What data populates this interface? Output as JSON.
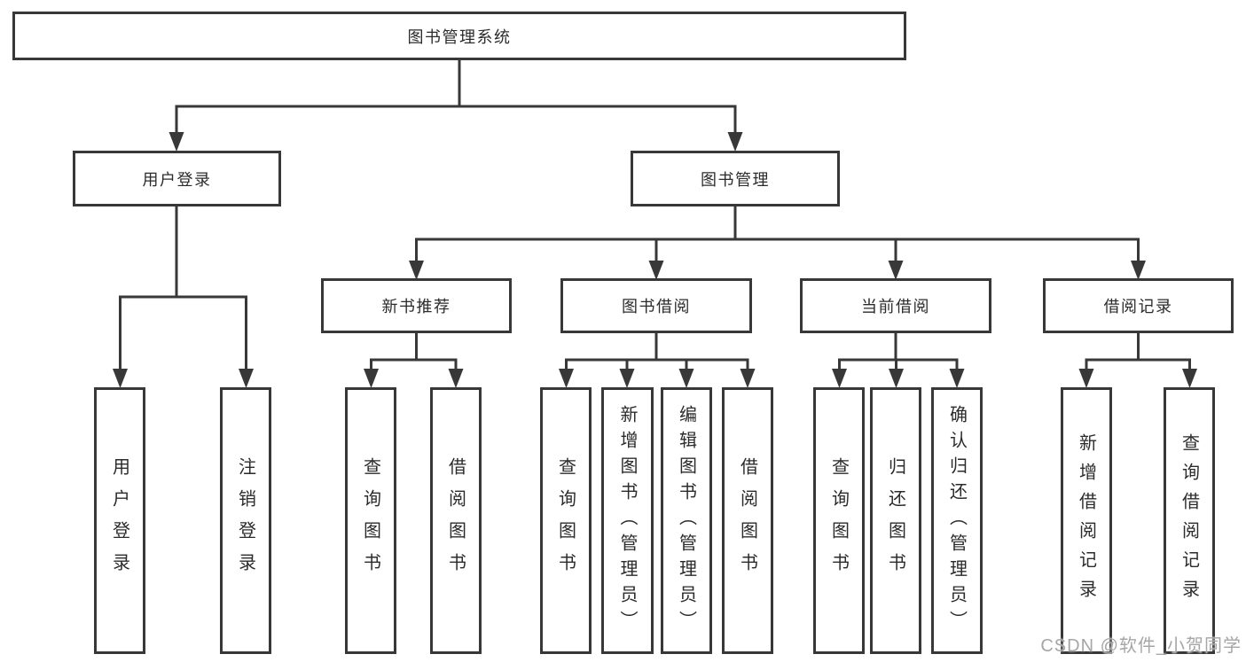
{
  "colors": {
    "line": "#383838",
    "text": "#2b2b2b",
    "background": "#ffffff",
    "watermark": "#a6a6a6"
  },
  "watermark": {
    "text": "CSDN @软件_小贺同学"
  },
  "tree": {
    "root": {
      "label": "图书管理系统",
      "children": [
        {
          "label": "用户登录",
          "children": [
            {
              "label": "用户登录"
            },
            {
              "label": "注销登录"
            }
          ]
        },
        {
          "label": "图书管理",
          "children": [
            {
              "label": "新书推荐",
              "children": [
                {
                  "label": "查询图书"
                },
                {
                  "label": "借阅图书"
                }
              ]
            },
            {
              "label": "图书借阅",
              "children": [
                {
                  "label": "查询图书"
                },
                {
                  "label": "新增图书（管理员）"
                },
                {
                  "label": "编辑图书（管理员）"
                },
                {
                  "label": "借阅图书"
                }
              ]
            },
            {
              "label": "当前借阅",
              "children": [
                {
                  "label": "查询图书"
                },
                {
                  "label": "归还图书"
                },
                {
                  "label": "确认归还（管理员）"
                }
              ]
            },
            {
              "label": "借阅记录",
              "children": [
                {
                  "label": "新增借阅记录"
                },
                {
                  "label": "查询借阅记录"
                }
              ]
            }
          ]
        }
      ]
    }
  }
}
